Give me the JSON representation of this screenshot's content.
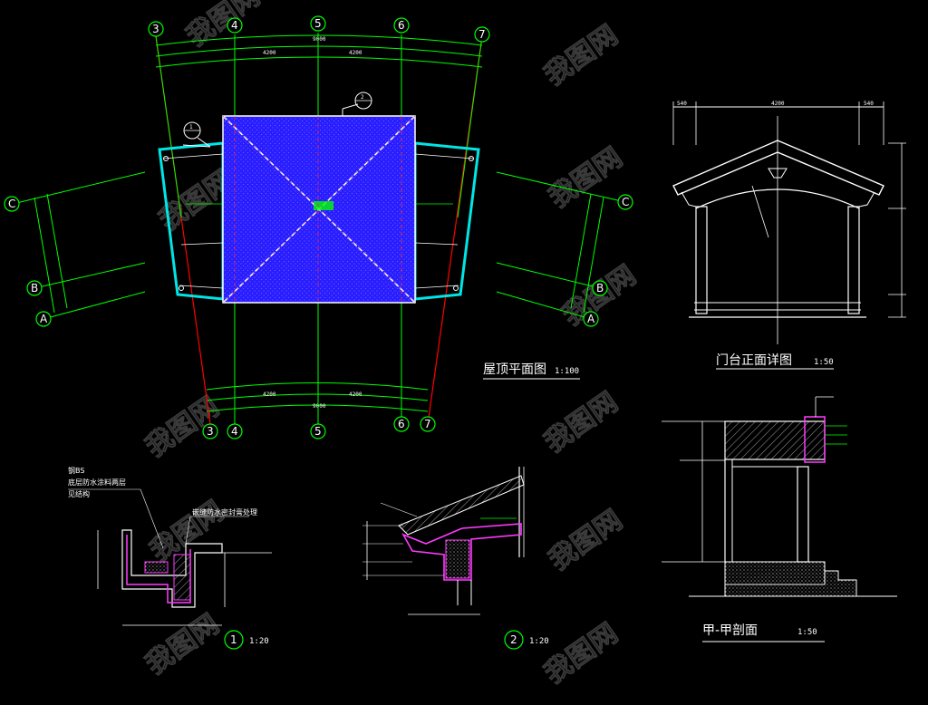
{
  "colors": {
    "background": "#000000",
    "axis_green": "#00ff00",
    "axis_red": "#ff0000",
    "roof_fill": "#2a1eff",
    "eave_cyan": "#00e5e5",
    "section_magenta": "#ff3cff",
    "text_white": "#ffffff",
    "watermark_gray": "#6a6a6a"
  },
  "roof_plan": {
    "title": "屋顶平面图",
    "scale": "1:100",
    "top_axes": [
      "3",
      "4",
      "5",
      "6",
      "7"
    ],
    "bottom_axes": [
      "3",
      "4",
      "5",
      "6",
      "7"
    ],
    "left_axes": [
      "C",
      "B",
      "A"
    ],
    "right_axes": [
      "C",
      "B",
      "A"
    ],
    "callout_1": "1",
    "callout_2": "2"
  },
  "elevation": {
    "title": "门台正面详图",
    "scale": "1:50",
    "dims_top": [
      "540",
      "4200",
      "540"
    ]
  },
  "section": {
    "title": "甲-甲剖面",
    "scale": "1:50"
  },
  "detail_1": {
    "number": "1",
    "scale": "1:20",
    "notes": [
      "钢BS",
      "底层防水涂料两层",
      "见结构",
      "嵌缝防水密封膏处理"
    ]
  },
  "detail_2": {
    "number": "2",
    "scale": "1:20"
  },
  "watermark": "我图网"
}
